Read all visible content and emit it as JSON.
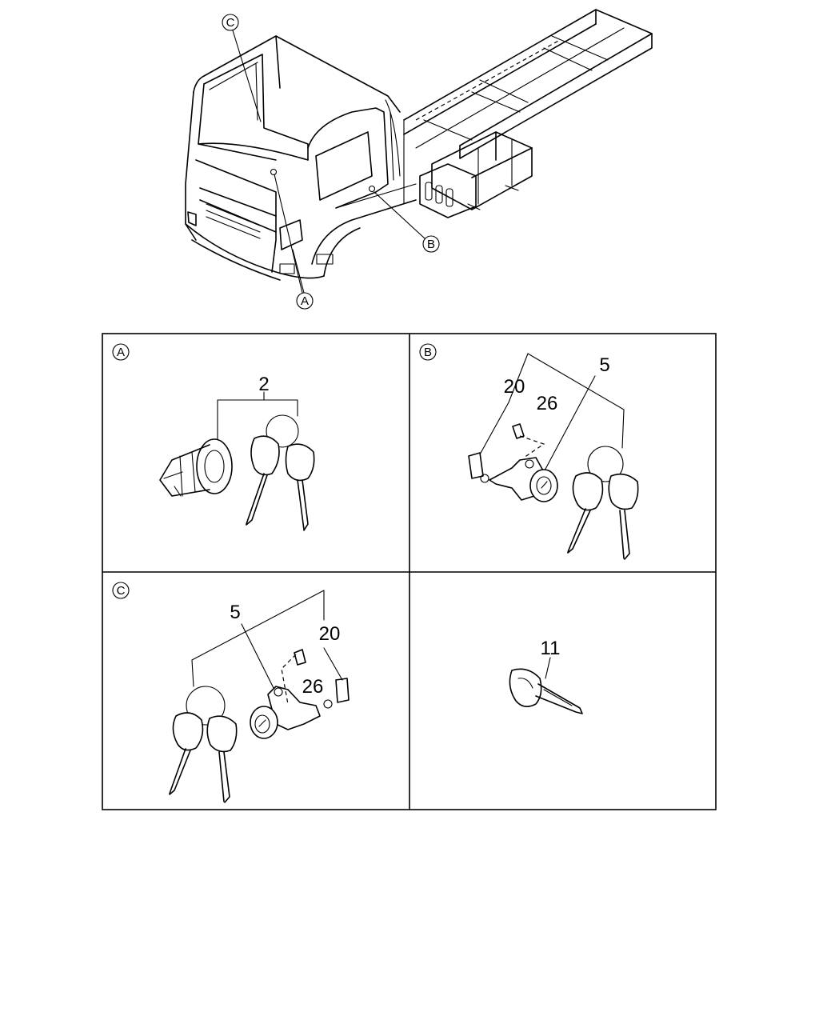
{
  "callouts": {
    "a": "A",
    "b": "B",
    "c": "C"
  },
  "panels": [
    {
      "letter": "A",
      "parts": [
        "2"
      ]
    },
    {
      "letter": "B",
      "parts": [
        "20",
        "26",
        "5"
      ]
    },
    {
      "letter": "C",
      "parts": [
        "5",
        "20",
        "26"
      ]
    },
    {
      "letter": "",
      "parts": [
        "11"
      ]
    }
  ]
}
